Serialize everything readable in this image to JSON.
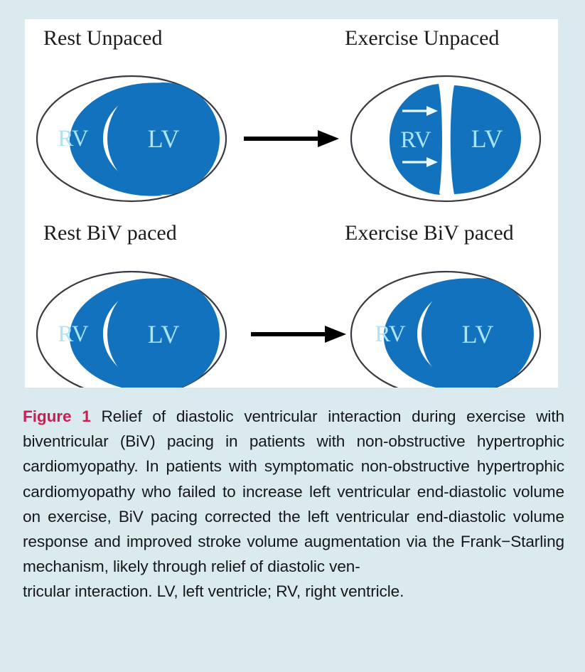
{
  "colors": {
    "page_background": "#daeaef",
    "panel_background": "#ffffff",
    "ventricle_blue": "#1272bd",
    "outline_dark": "#3a3a42",
    "label_blue": "#a9e4fb",
    "arrow_black": "#000000",
    "figure_label_crimson": "#cf1b50",
    "caption_text": "#17171a"
  },
  "figure": {
    "panels": [
      {
        "id": "rest-unpaced",
        "title": "Rest Unpaced",
        "row": 0,
        "column": 0,
        "rv_label": "RV",
        "lv_label": "LV",
        "septum_shape": "normal-convex-toward-rv",
        "rv_arrows": 0,
        "description": "Rest, unpaced: normally curved septum, crescentic RV and round LV"
      },
      {
        "id": "exercise-unpaced",
        "title": "Exercise Unpaced",
        "row": 0,
        "column": 1,
        "rv_label": "RV",
        "lv_label": "LV",
        "septum_shape": "flattened-shifted-toward-lv",
        "rv_arrows": 2,
        "description": "Exercise, unpaced: dilated RV pushes the septum toward the LV (arrows), D-shaped LV"
      },
      {
        "id": "rest-biv-paced",
        "title": "Rest BiV paced",
        "row": 1,
        "column": 0,
        "rv_label": "RV",
        "lv_label": "LV",
        "septum_shape": "normal-convex-toward-rv",
        "rv_arrows": 0,
        "description": "Rest with biventricular pacing: normal septal curvature"
      },
      {
        "id": "exercise-biv-paced",
        "title": "Exercise BiV paced",
        "row": 1,
        "column": 1,
        "rv_label": "RV",
        "lv_label": "LV",
        "septum_shape": "normal-convex-toward-rv",
        "rv_arrows": 0,
        "description": "Exercise with biventricular pacing: septal curvature preserved, LV fills normally"
      }
    ],
    "transition_arrows": [
      {
        "id": "arrow-row-top",
        "from": "rest-unpaced",
        "to": "exercise-unpaced",
        "direction": "right"
      },
      {
        "id": "arrow-row-bottom",
        "from": "rest-biv-paced",
        "to": "exercise-biv-paced",
        "direction": "right"
      }
    ],
    "rv_flow_arrows": {
      "panel": "exercise-unpaced",
      "count": 2,
      "direction": "right",
      "meaning": "septal shift toward the left ventricle"
    }
  },
  "caption": {
    "label": "Figure 1",
    "text": " Relief of diastolic ventricular interaction during exercise with biventricular (BiV) pacing in patients with non-obstructive hypertrophic cardiomyopathy. In patients with symptomatic non-obstructive hypertrophic cardiomyopathy who failed to increase left ventricular end-diastolic volume on exercise, BiV pacing corrected the left ventricular end-diastolic volume response and improved stroke volume augmentation via the Frank−Starling mechanism, likely through relief of diastolic ven-",
    "text_last_line": "tricular interaction. LV, left ventricle; RV, right ventricle."
  }
}
